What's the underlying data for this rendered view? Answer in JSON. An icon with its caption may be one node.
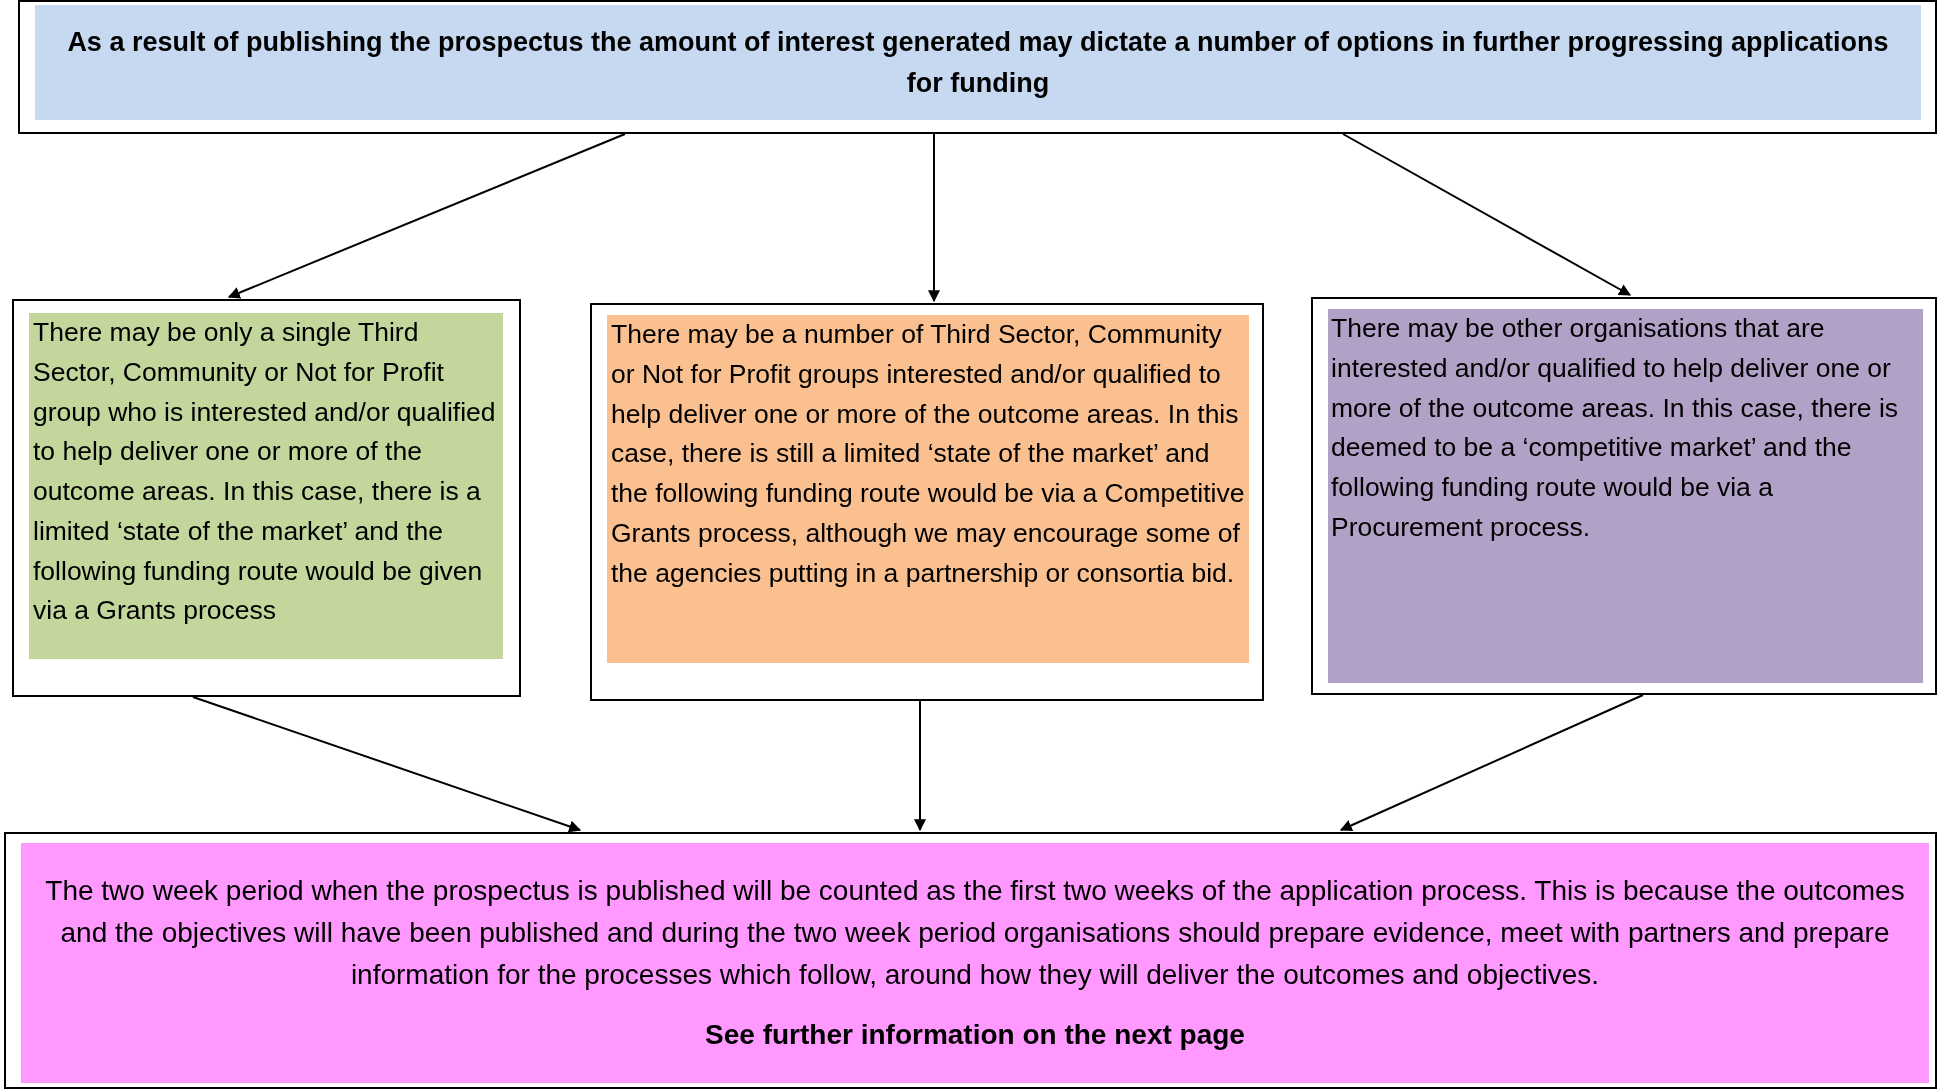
{
  "diagram": {
    "nodes": [
      {
        "text": [
          "As a result of publishing the prospectus the amount of interest generated may dictate a number of options in further progressing applications for funding"
        ]
      },
      {
        "text": [
          "There may be only a single Third Sector, Community or Not for Profit group who is interested and/or qualified to help deliver one or more of the outcome areas. In this case, there is a limited ‘state of the market’ and the following funding route would be given via a Grants process"
        ]
      },
      {
        "text": [
          "There may be a number of Third Sector, Community or Not for Profit groups interested and/or qualified to help deliver one or more of the outcome areas. In this case, there is still a limited ‘state of the market’ and the following funding route would be via a Competitive Grants process, although we may encourage some of the agencies putting in a partnership or consortia bid."
        ]
      },
      {
        "text": [
          "There may be other organisations that are interested and/or qualified to help deliver one or more of the outcome areas. In this case, there is deemed to be a ‘competitive market’ and the following funding route would be via a Procurement process."
        ]
      },
      {
        "text": [
          "The two week period when the prospectus is published will be counted as the first two weeks of the application process. This is because the outcomes and the objectives will have been published and during the two week period organisations should prepare evidence, meet with partners and prepare information for the processes which follow, around how they will deliver the outcomes and objectives.",
          "See further information on the next page"
        ]
      }
    ],
    "edges": [
      {
        "from": 0,
        "to": 1,
        "arrow": "to"
      },
      {
        "from": 0,
        "to": 2,
        "arrow": "to"
      },
      {
        "from": 0,
        "to": 3,
        "arrow": "to"
      },
      {
        "from": 1,
        "to": 4,
        "arrow": "to"
      },
      {
        "from": 2,
        "to": 4,
        "arrow": "to"
      },
      {
        "from": 3,
        "to": 4,
        "arrow": "to"
      }
    ]
  }
}
